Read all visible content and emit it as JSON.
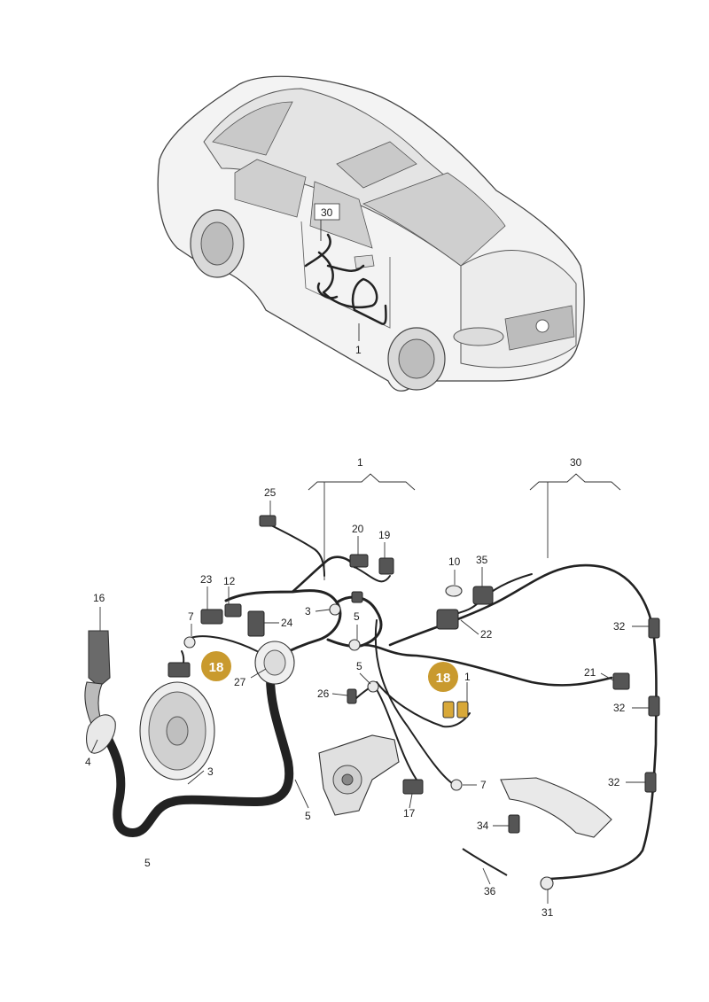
{
  "colors": {
    "badge": "#c99a2e",
    "highlight_part": "#d8a838",
    "line": "#222222",
    "car_body": "#f2f2f2",
    "glass": "#c9c9c9"
  },
  "car": {
    "callouts": {
      "c30": "30",
      "c1": "1"
    }
  },
  "harness": {
    "group_labels": {
      "g1": "1",
      "g30": "30"
    },
    "callouts": {
      "n25": "25",
      "n20": "20",
      "n19": "19",
      "n10": "10",
      "n35": "35",
      "n23": "23",
      "n12": "12",
      "n3a": "3",
      "n5a": "5",
      "n24": "24",
      "n22": "22",
      "n16": "16",
      "n7a": "7",
      "n32a": "32",
      "n5b": "5",
      "n27": "27",
      "n26": "26",
      "n1": "1",
      "n21": "21",
      "n32b": "32",
      "n4": "4",
      "n3b": "3",
      "n5c": "5",
      "n7b": "7",
      "n17": "17",
      "n32c": "32",
      "n34": "34",
      "n5d": "5",
      "n36": "36",
      "n31": "31"
    },
    "badges": {
      "b1": "18",
      "b2": "18"
    }
  }
}
